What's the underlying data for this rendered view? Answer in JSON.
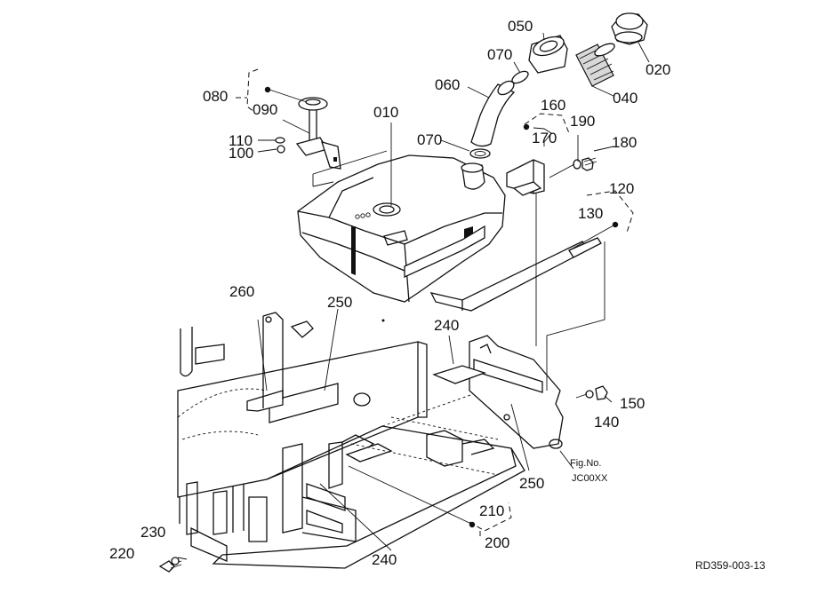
{
  "diagram": {
    "parts": [
      {
        "id": "010"
      },
      {
        "id": "020"
      },
      {
        "id": "040"
      },
      {
        "id": "050"
      },
      {
        "id": "060"
      },
      {
        "id": "070",
        "instance": "upper"
      },
      {
        "id": "070",
        "instance": "lower"
      },
      {
        "id": "080"
      },
      {
        "id": "090"
      },
      {
        "id": "100"
      },
      {
        "id": "110"
      },
      {
        "id": "120"
      },
      {
        "id": "130"
      },
      {
        "id": "140"
      },
      {
        "id": "150"
      },
      {
        "id": "160"
      },
      {
        "id": "170"
      },
      {
        "id": "180"
      },
      {
        "id": "190"
      },
      {
        "id": "200"
      },
      {
        "id": "210"
      },
      {
        "id": "220"
      },
      {
        "id": "230"
      },
      {
        "id": "240",
        "instance": "upper"
      },
      {
        "id": "240",
        "instance": "lower"
      },
      {
        "id": "250",
        "instance": "upper"
      },
      {
        "id": "250",
        "instance": "lower"
      },
      {
        "id": "260"
      }
    ],
    "fig_no_label": "Fig.No.",
    "fig_no_value": "JC00XX",
    "reference": "RD359-003-13"
  }
}
